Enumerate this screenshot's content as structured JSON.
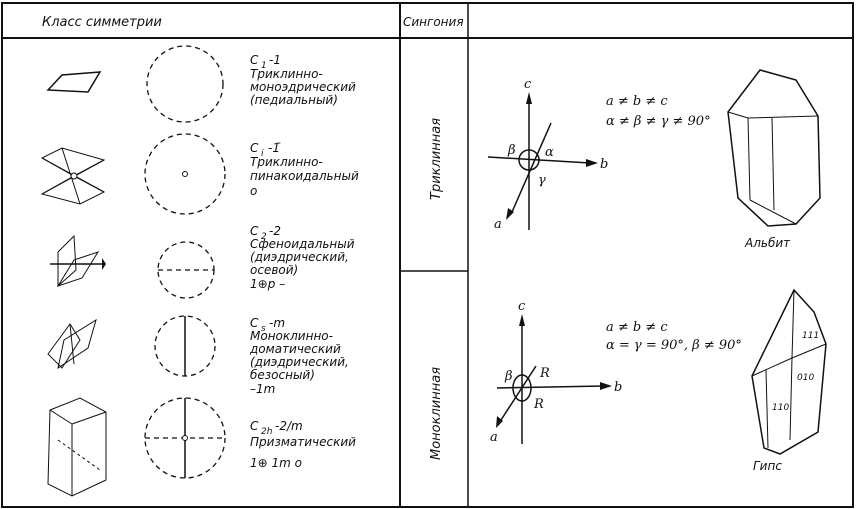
{
  "header": {
    "class_label": "Класс симметрии",
    "syngony_label": "Сингония",
    "third_label": ""
  },
  "classes": [
    {
      "symbol": "C",
      "sub": "1",
      "designation": " -1",
      "lines": [
        "Триклинно-",
        "моноэдрический",
        "(педиальный)"
      ]
    },
    {
      "symbol": "C",
      "sub": "i",
      "designation": " -1̄",
      "lines": [
        "Триклинно-",
        "пинакоидальный",
        "o"
      ]
    },
    {
      "symbol": "C",
      "sub": "2",
      "designation": " -2",
      "lines": [
        "Сфеноидальный",
        "(диэдрический,",
        "осевой)",
        "1⊕p –"
      ]
    },
    {
      "symbol": "C",
      "sub": "s",
      "designation": " -m",
      "lines": [
        "Моноклинно-",
        "доматический",
        "(диэдрический,",
        "безосный)",
        "–1m"
      ]
    },
    {
      "symbol": "C",
      "sub": "2h",
      "designation": " -2/m",
      "lines": [
        "Призматический",
        "1⊕ 1m o"
      ]
    }
  ],
  "syngonies": [
    {
      "name": "Триклинная",
      "constants": [
        "a ≠ b ≠ c",
        "α ≠ β ≠ γ ≠ 90°"
      ],
      "axes": {
        "a": "a",
        "b": "b",
        "c": "c"
      },
      "angles": [
        "β",
        "α",
        "γ"
      ],
      "mineral": "Альбит"
    },
    {
      "name": "Моноклинная",
      "constants": [
        "a ≠ b ≠ c",
        "α = γ = 90°,  β ≠ 90°"
      ],
      "axes": {
        "a": "a",
        "b": "b",
        "c": "c"
      },
      "angles": [
        "β",
        "R",
        "R"
      ],
      "mineral": "Гипс",
      "faces": [
        "111",
        "010",
        "110"
      ]
    }
  ]
}
